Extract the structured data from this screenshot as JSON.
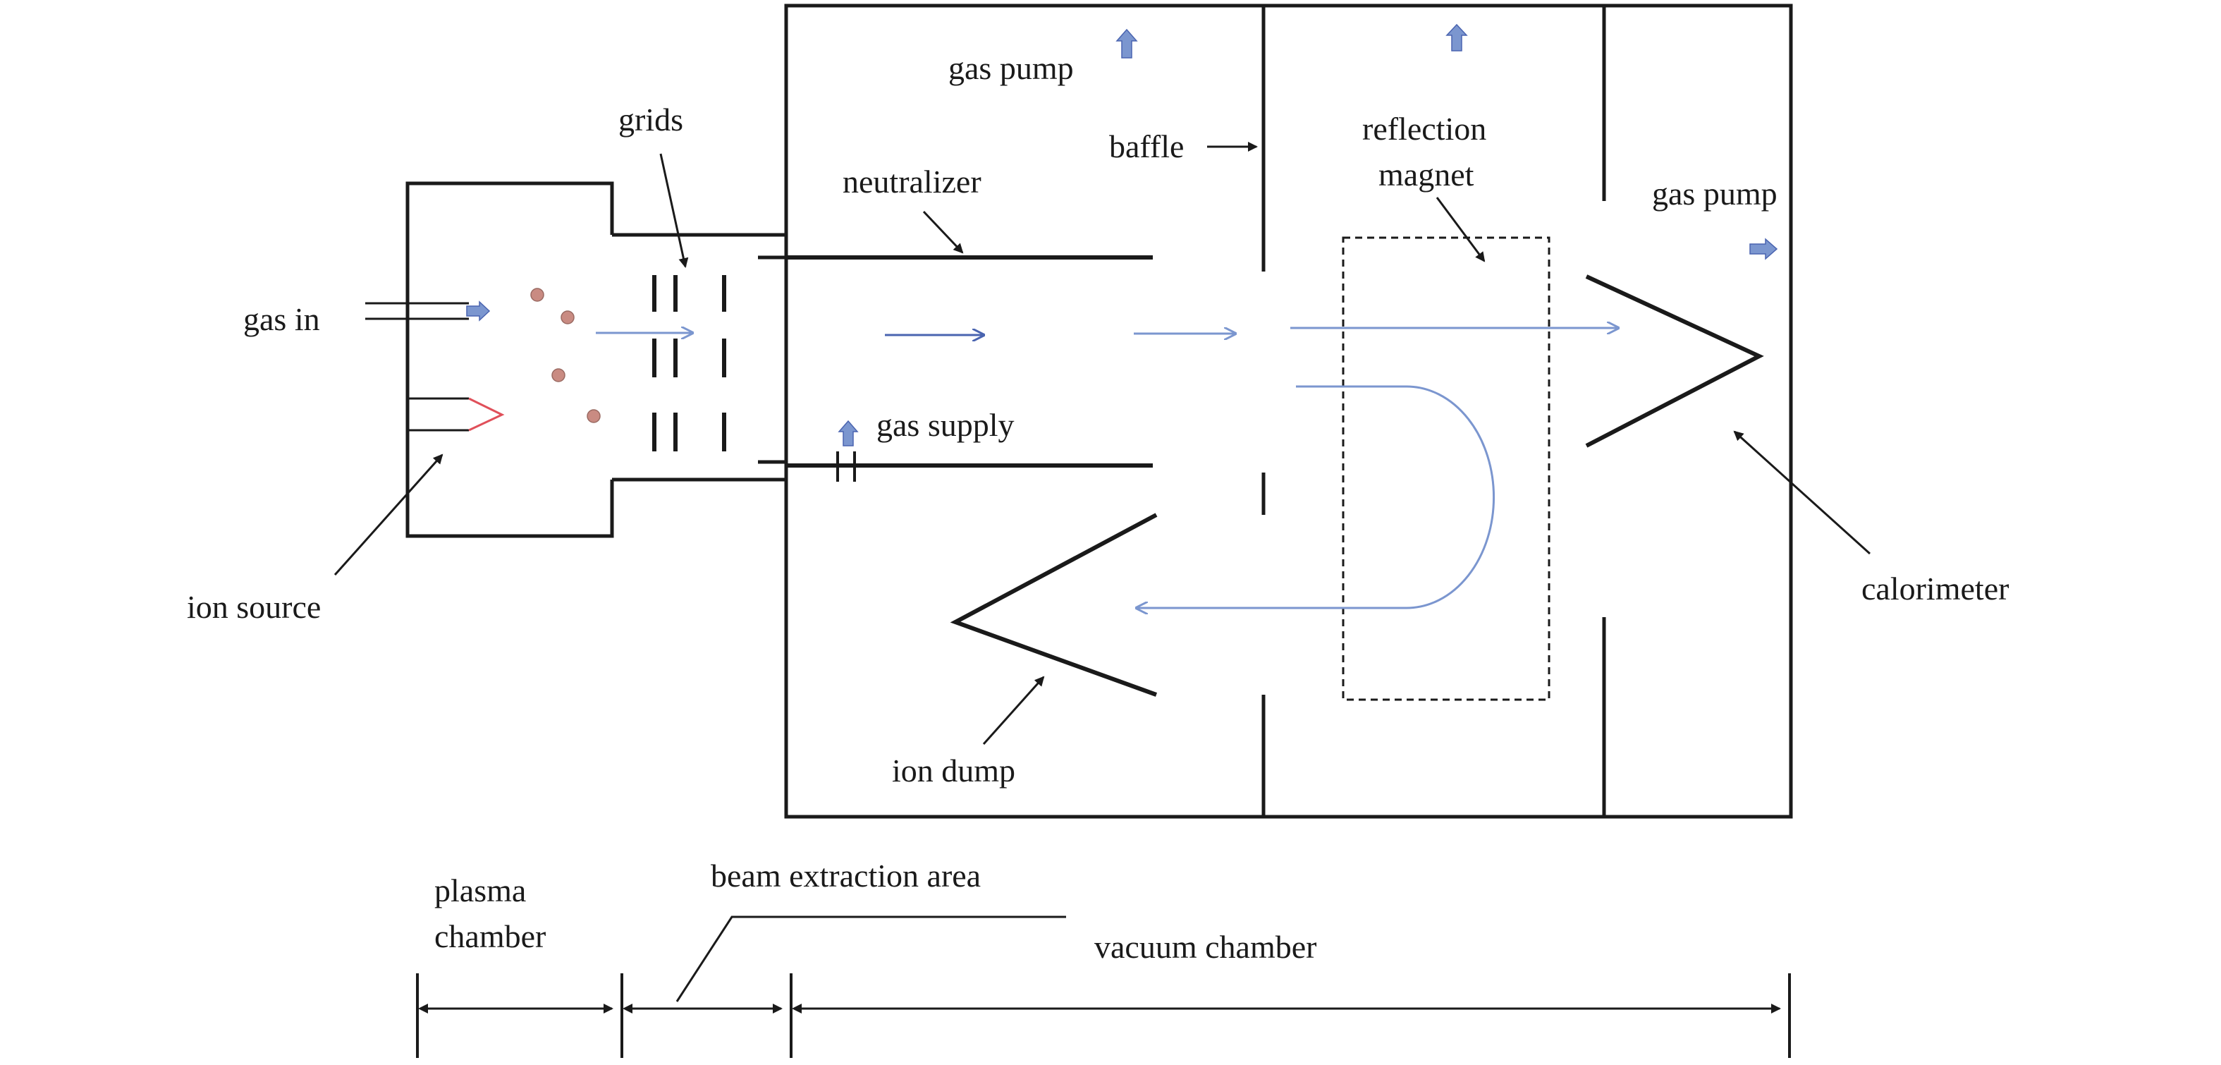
{
  "colors": {
    "line": "#1a1a1a",
    "beam": "#7b96cf",
    "beam_dark": "#4a64b0",
    "particle": "#c98b82",
    "filament": "#e0505a",
    "background": "#ffffff"
  },
  "labels": {
    "gas_pump_top": "gas pump",
    "grids": "grids",
    "baffle": "baffle",
    "reflection_magnet_line1": "reflection",
    "reflection_magnet_line2": "magnet",
    "neutralizer": "neutralizer",
    "gas_pump_right": "gas pump",
    "gas_in": "gas in",
    "gas_supply": "gas supply",
    "ion_source": "ion source",
    "calorimeter": "calorimeter",
    "ion_dump": "ion dump",
    "plasma_chamber_line1": "plasma",
    "plasma_chamber_line2": "chamber",
    "beam_extraction_area": "beam extraction area",
    "vacuum_chamber": "vacuum chamber"
  }
}
